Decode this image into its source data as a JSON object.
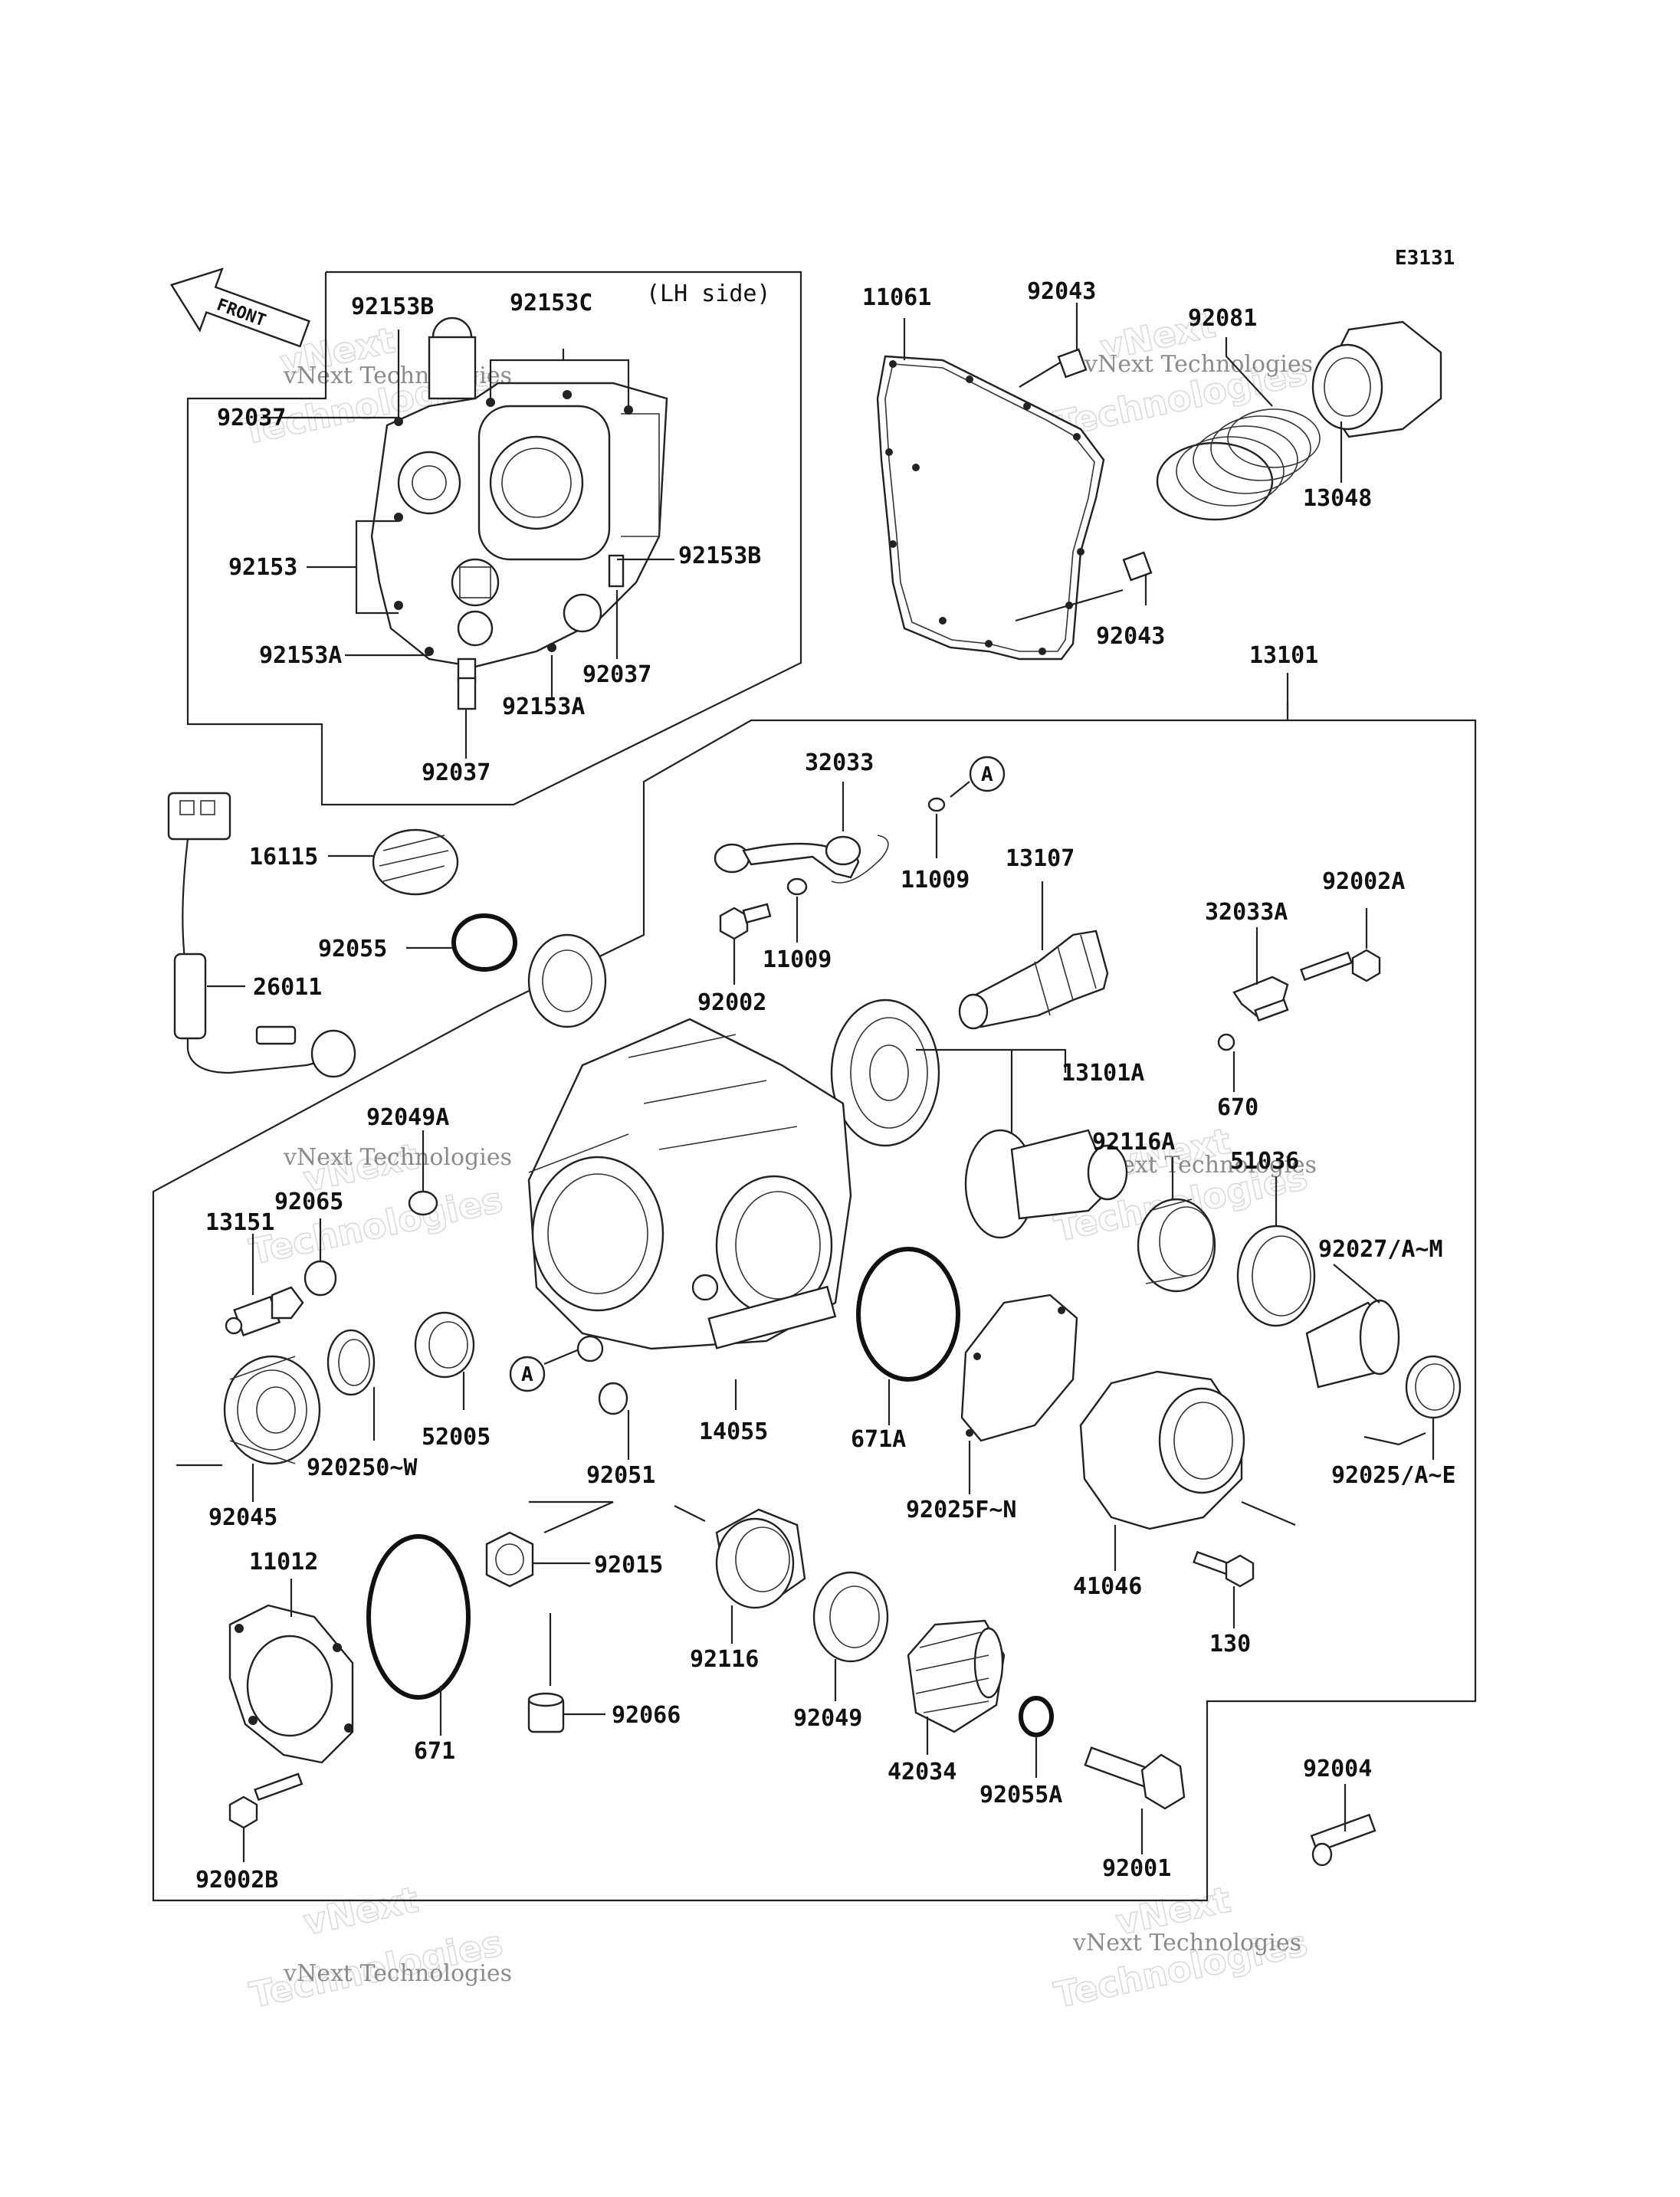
{
  "diagram_code": "E3131",
  "orientation": {
    "front_label": "FRONT",
    "side_note": "(LH side)"
  },
  "watermark": {
    "line1": "vNext Technologies",
    "line2": "Technologies",
    "line3": "vNext"
  },
  "part_labels": {
    "p92153B_top": "92153B",
    "p92153C": "92153C",
    "p92037_left": "92037",
    "p92153": "92153",
    "p92153B_right": "92153B",
    "p92153A_left": "92153A",
    "p92037_right": "92037",
    "p92153A_bottom": "92153A",
    "p92037_bottom": "92037",
    "p11061": "11061",
    "p92043_top": "92043",
    "p92081": "92081",
    "p13048": "13048",
    "p92043_bottom": "92043",
    "p13101": "13101",
    "p32033": "32033",
    "p11009_right": "11009",
    "p11009_bottom": "11009",
    "p92002": "92002",
    "p13107": "13107",
    "p32033A": "32033A",
    "p92002A": "92002A",
    "p13101A": "13101A",
    "p670": "670",
    "p92116A": "92116A",
    "p51036": "51036",
    "p92027": "92027/A~M",
    "p16115": "16115",
    "p92055": "92055",
    "p26011": "26011",
    "p92049A": "92049A",
    "p92065": "92065",
    "p13151": "13151",
    "p52005": "52005",
    "p920250": "920250~W",
    "p92045": "92045",
    "p92051": "92051",
    "p14055": "14055",
    "p671A": "671A",
    "p92025FN": "92025F~N",
    "p92025AE": "92025/A~E",
    "p41046": "41046",
    "p130": "130",
    "p11012": "11012",
    "p92015": "92015",
    "p92116": "92116",
    "p92049": "92049",
    "p671": "671",
    "p92066": "92066",
    "p42034": "42034",
    "p92055A": "92055A",
    "p92001": "92001",
    "p92004": "92004",
    "p92002B": "92002B"
  },
  "reference_marks": {
    "mark_a_top": "A",
    "mark_a_left": "A"
  }
}
